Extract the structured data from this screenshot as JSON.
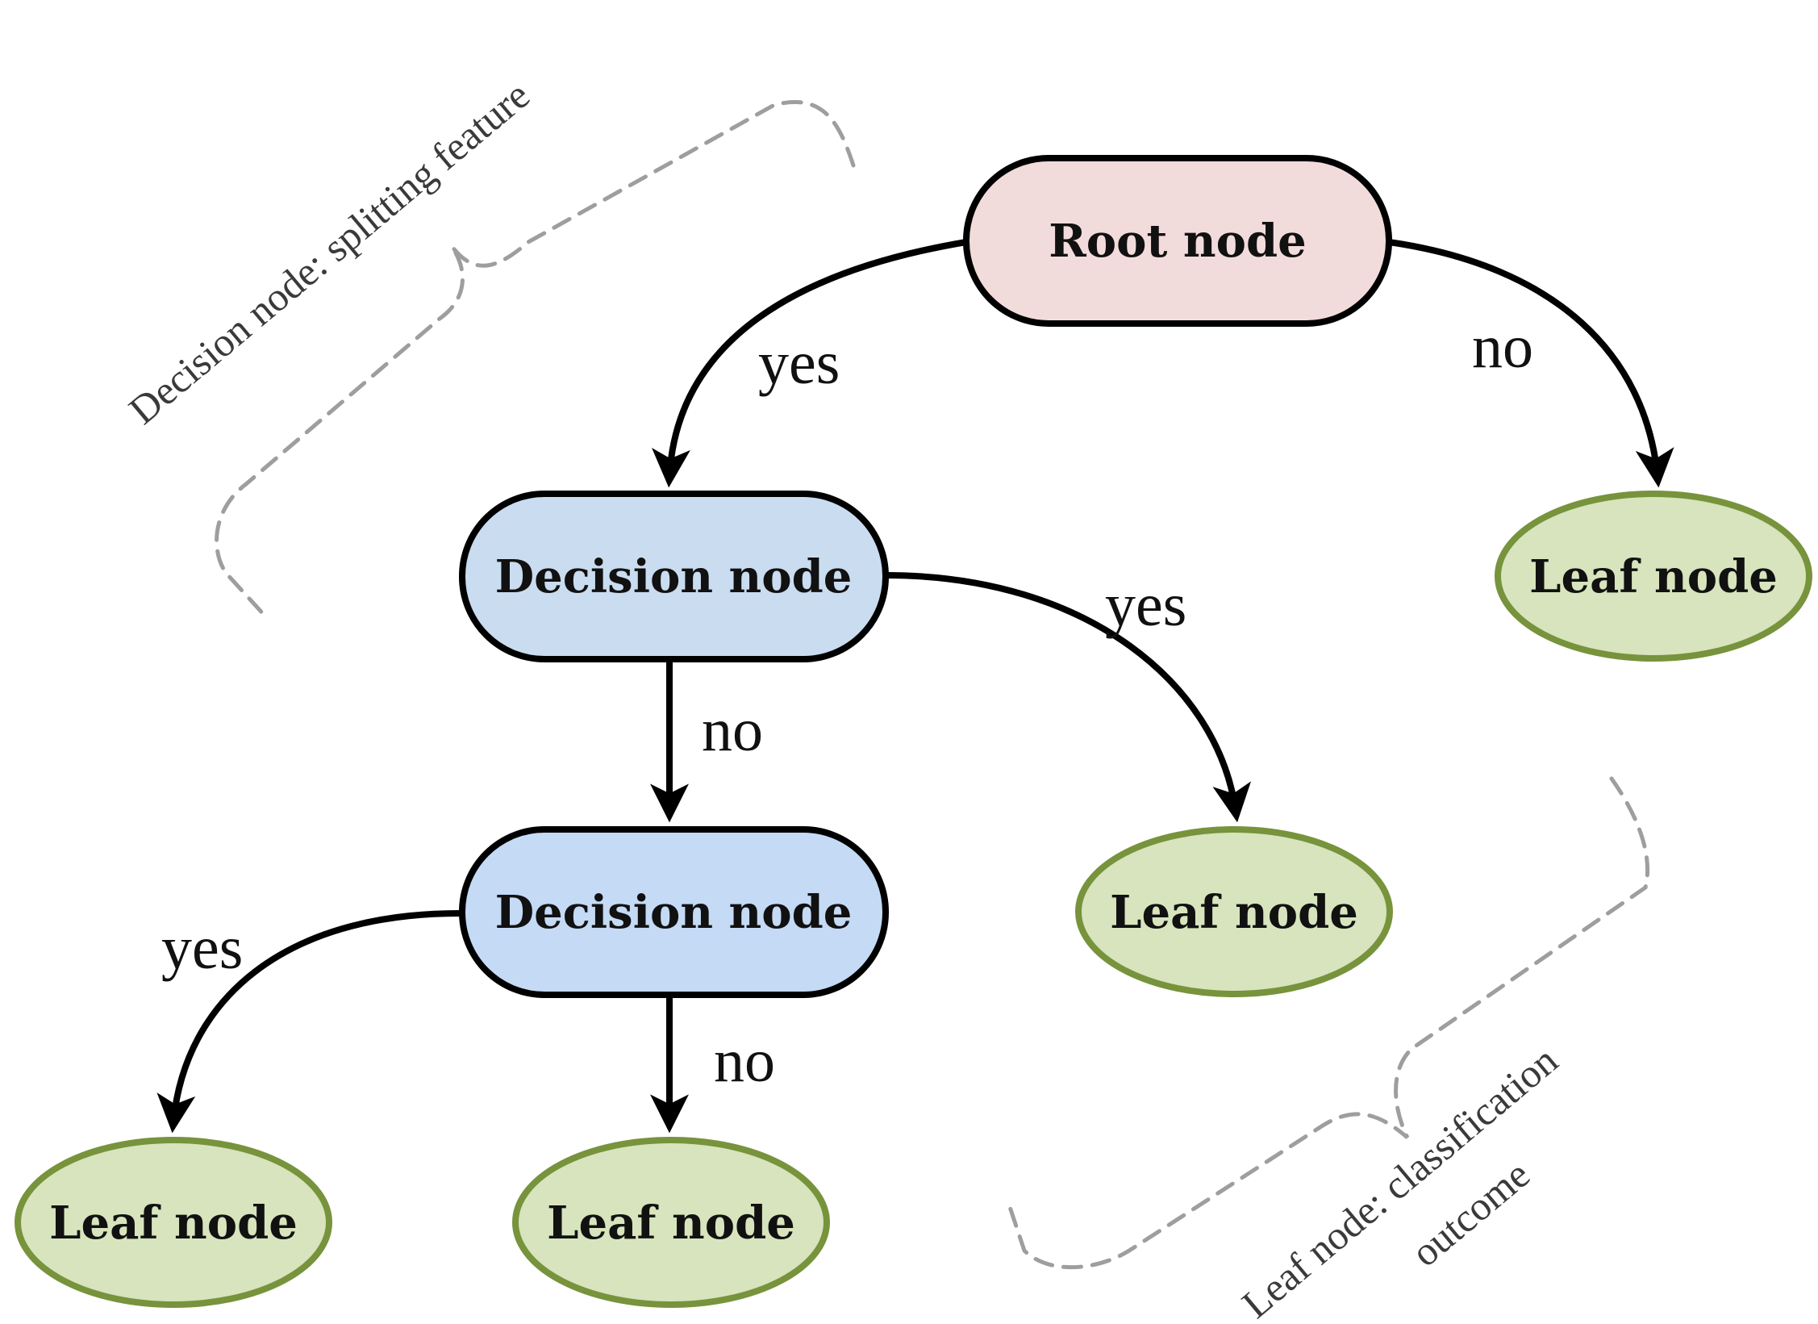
{
  "colors": {
    "root_fill": "#f2dcdb",
    "decision1_fill": "#cadcf0",
    "decision2_fill": "#c4daf5",
    "leaf_fill": "#d7e4bd",
    "leaf_stroke": "#77933c",
    "node_stroke": "#000000",
    "brace_stroke": "#9e9e9e"
  },
  "nodes": {
    "root": "Root node",
    "decision1": "Decision node",
    "decision2": "Decision node",
    "leaf_top_right": "Leaf node",
    "leaf_middle": "Leaf node",
    "leaf_bottom_left": "Leaf node",
    "leaf_bottom_center": "Leaf node"
  },
  "edges": {
    "root_yes": "yes",
    "root_no": "no",
    "decision1_yes": "yes",
    "decision1_no": "no",
    "decision2_yes": "yes",
    "decision2_no": "no"
  },
  "annotations": {
    "decision_note": "Decision node: splitting feature",
    "leaf_note_line1": "Leaf node: classification",
    "leaf_note_line2": "outcome"
  }
}
